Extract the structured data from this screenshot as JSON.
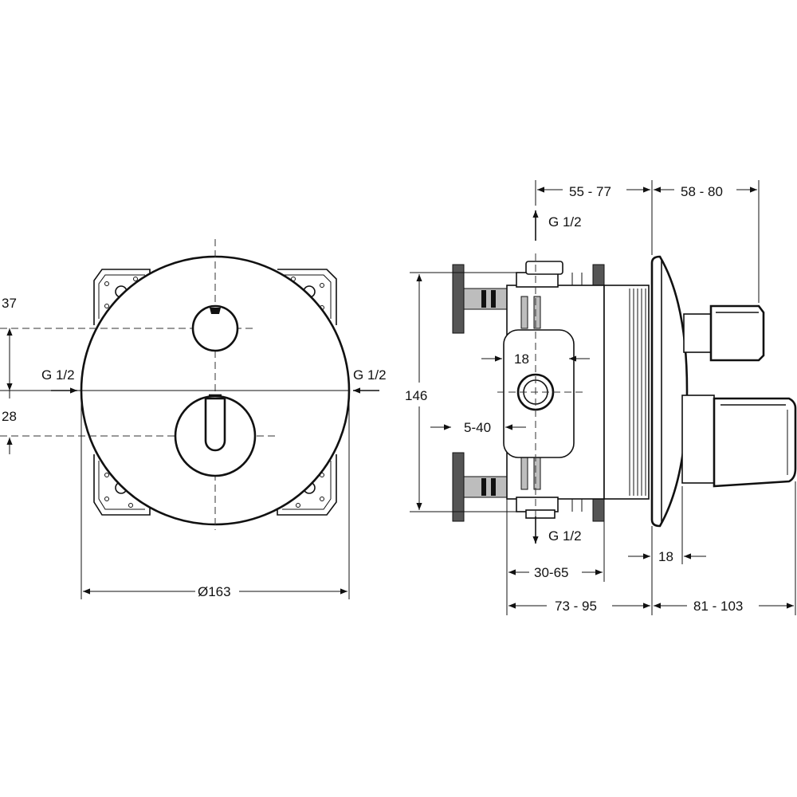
{
  "front_view": {
    "dim_37": "37",
    "dim_28": "28",
    "inlet_left": "G 1/2",
    "inlet_right": "G 1/2",
    "diameter": "Ø163"
  },
  "side_view": {
    "dim_55_77": "55 - 77",
    "dim_58_80": "58 - 80",
    "outlet_top": "G 1/2",
    "outlet_bottom": "G 1/2",
    "dim_146": "146",
    "dim_18_top": "18",
    "dim_5_40": "5-40",
    "dim_18_bottom": "18",
    "dim_30_65": "30-65",
    "dim_73_95": "73 - 95",
    "dim_81_103": "81 - 103"
  }
}
